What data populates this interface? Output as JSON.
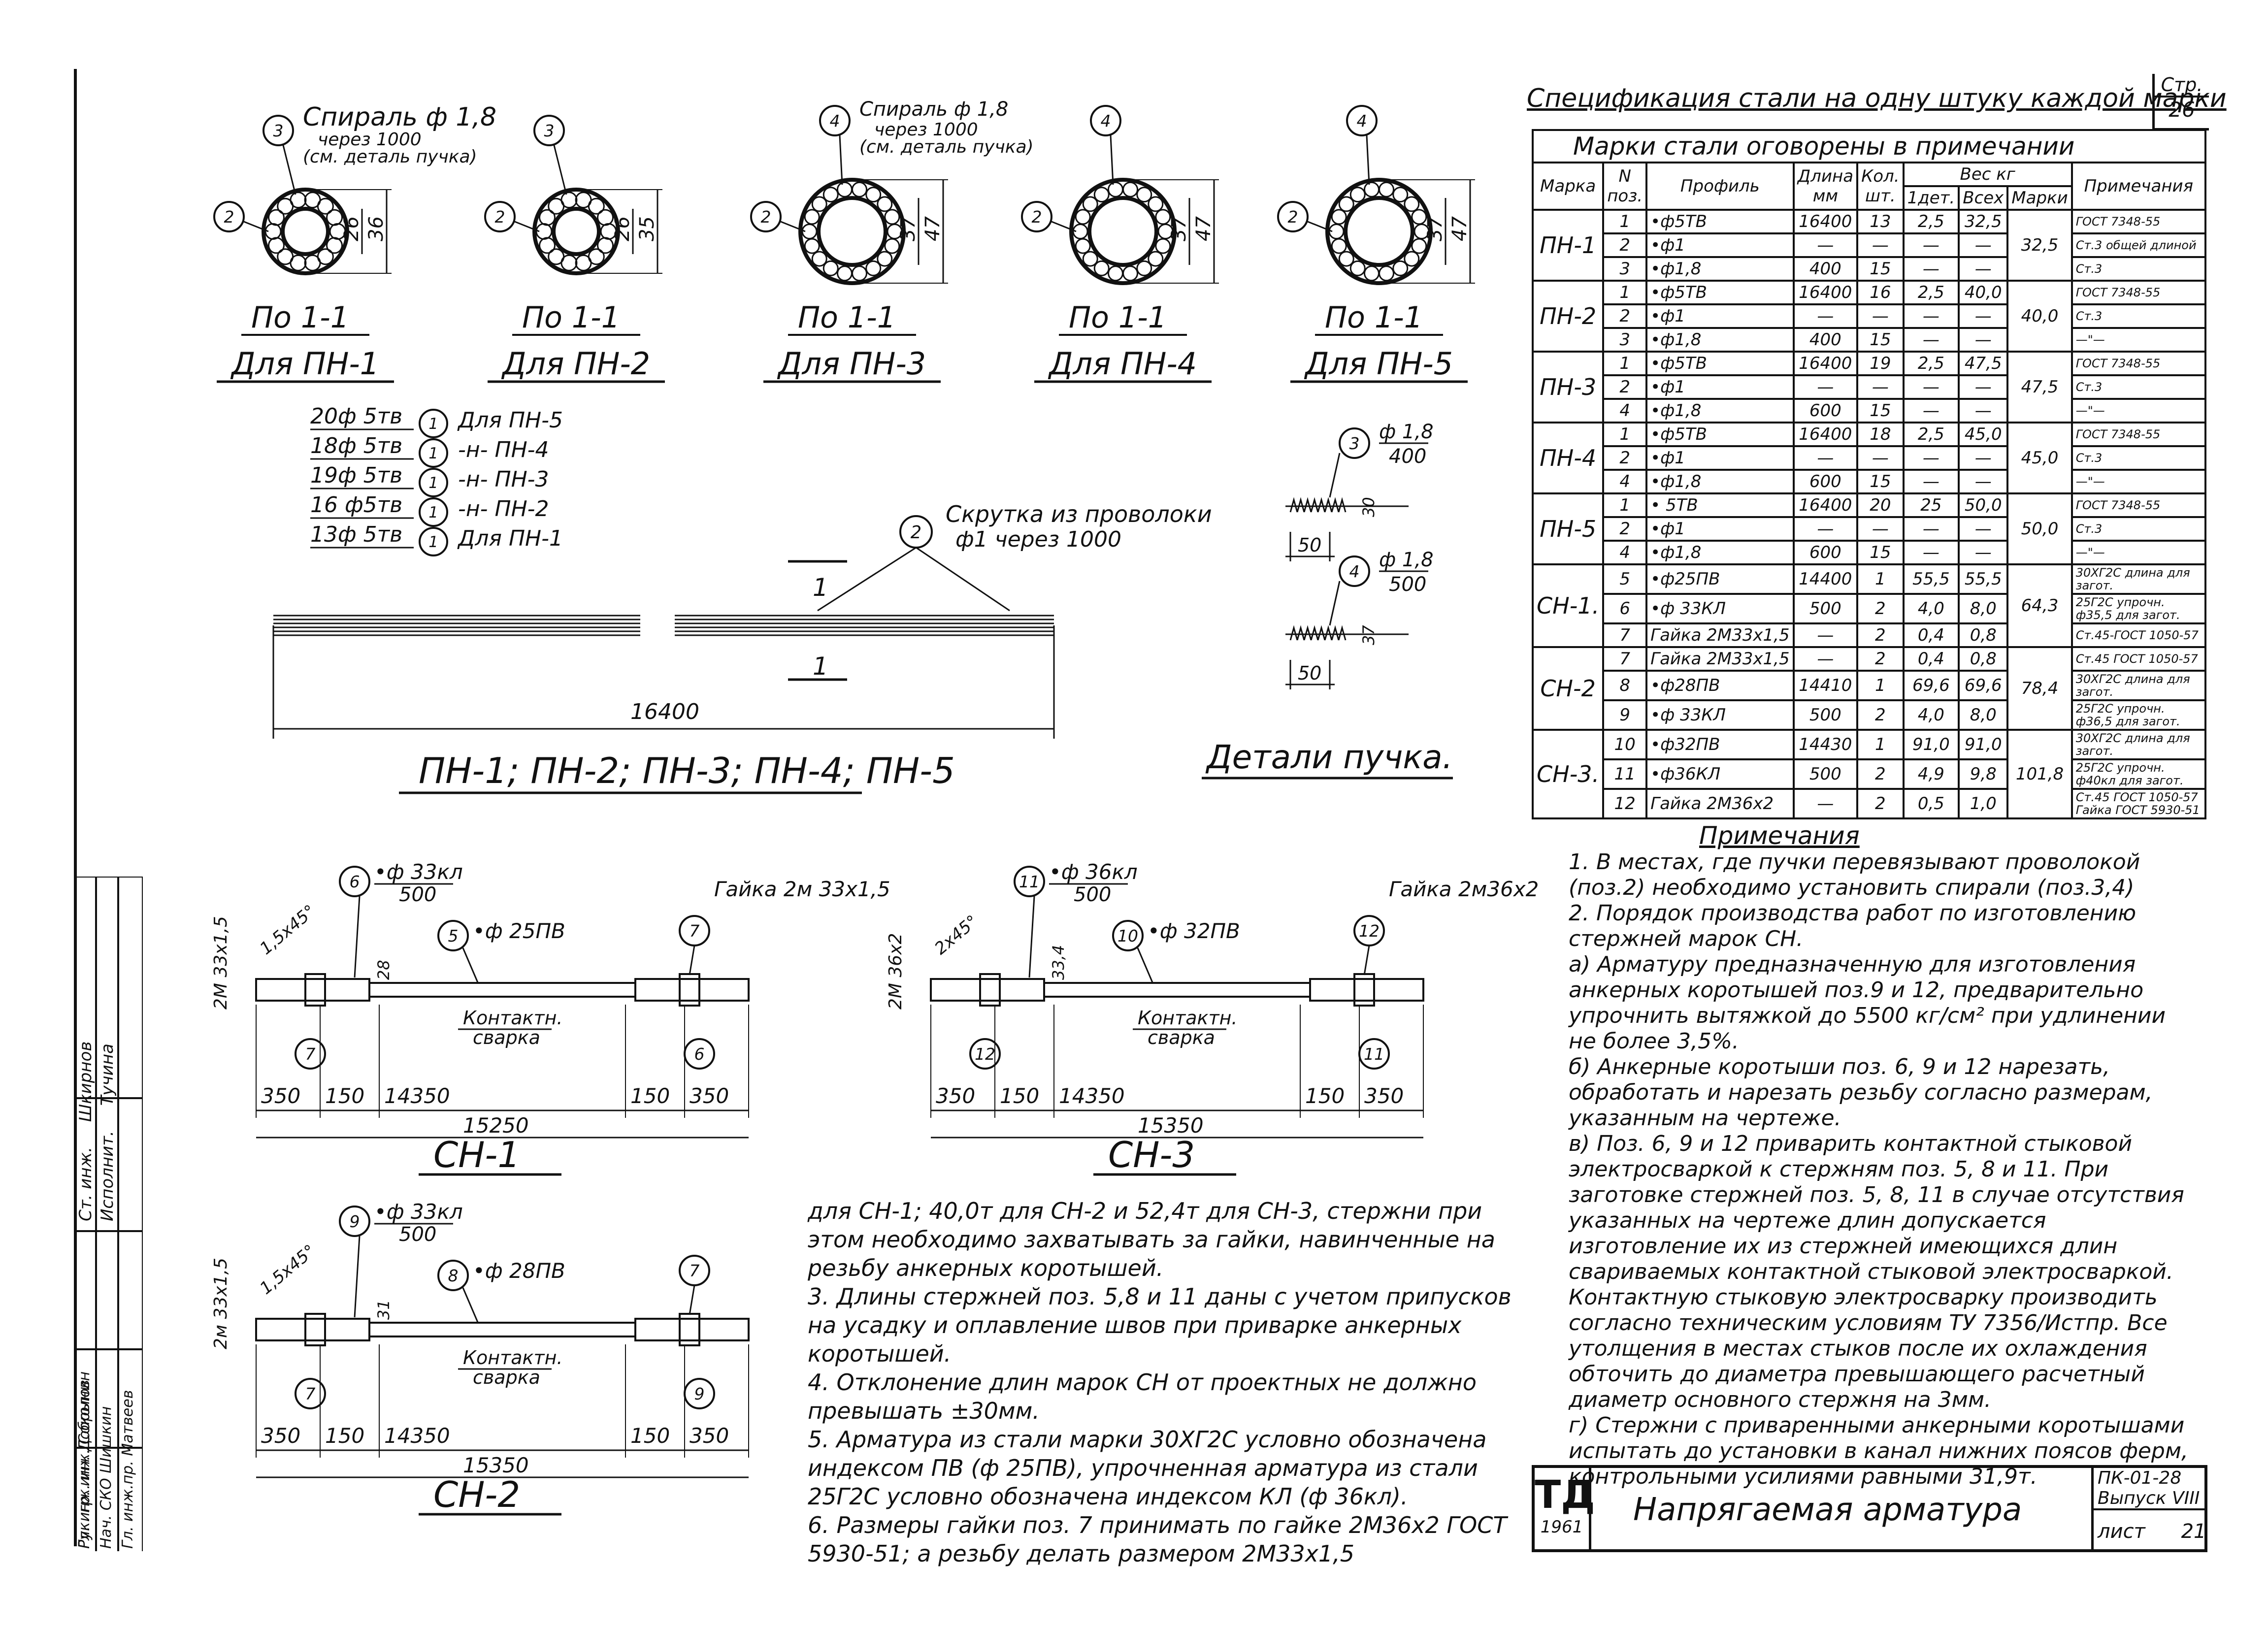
{
  "section_views": [
    {
      "spiral_label": "Спираль ф 1,8",
      "spiral_step": "через 1000",
      "spiral_ref": "(см. деталь пучка)",
      "pos_main": "3",
      "pos_bind": "2",
      "dim_inner": "26",
      "dim_outer": "36",
      "title": "По 1-1",
      "subtitle": "Для ПН-1"
    },
    {
      "pos_main": "3",
      "pos_bind": "2",
      "dim_inner": "26",
      "dim_outer": "35",
      "title": "По 1-1",
      "subtitle": "Для ПН-2"
    },
    {
      "spiral_label": "Спираль ф 1,8",
      "spiral_step": "через 1000",
      "spiral_ref": "(см. деталь пучка)",
      "pos_main": "4",
      "pos_bind": "2",
      "dim_inner": "37",
      "dim_outer": "47",
      "title": "По 1-1",
      "subtitle": "Для ПН-3"
    },
    {
      "pos_main": "4",
      "pos_bind": "2",
      "dim_inner": "37",
      "dim_outer": "47",
      "title": "По 1-1",
      "subtitle": "Для ПН-4"
    },
    {
      "pos_main": "4",
      "pos_bind": "2",
      "dim_inner": "37",
      "dim_outer": "47",
      "title": "По 1-1",
      "subtitle": "Для ПН-5"
    }
  ],
  "bundle_legend": [
    {
      "qty": "20ф 5тв",
      "pos": "1",
      "mark": "Для ПН-5"
    },
    {
      "qty": "18ф 5тв",
      "pos": "1",
      "mark": "-н- ПН-4"
    },
    {
      "qty": "19ф 5тв",
      "pos": "1",
      "mark": "-н- ПН-3"
    },
    {
      "qty": "16 ф5тв",
      "pos": "1",
      "mark": "-н- ПН-2"
    },
    {
      "qty": "13ф 5тв",
      "pos": "1",
      "mark": "Для ПН-1"
    }
  ],
  "bundle": {
    "twist_pos": "2",
    "twist_label": "Скрутка из проволоки",
    "twist_step": "ф1 через 1000",
    "section_mark": "1",
    "length": "16400",
    "title": "ПН-1; ПН-2; ПН-3; ПН-4; ПН-5"
  },
  "bundle_details": {
    "detail1": {
      "pos": "3",
      "dia": "ф 1,8",
      "step": "400",
      "dim_h": "30",
      "dim_l": "50"
    },
    "detail2": {
      "pos": "4",
      "dia": "ф 1,8",
      "step": "500",
      "dim_h": "37",
      "dim_l": "50"
    },
    "title": "Детали пучка."
  },
  "rods": [
    {
      "title": "СН-1",
      "thread": "2М 33x1,5",
      "chamfer": "1,5x45°",
      "anchor_pos": "6",
      "anchor_label": "ф 33кл",
      "anchor_len": "500",
      "bar_pos": "5",
      "bar_label": "ф 25ПВ",
      "nut_pos": "7",
      "nut_label": "Гайка 2м 33x1,5",
      "d_small": "28",
      "weld": "Контактн. сварка",
      "segments": [
        "350",
        "150",
        "14350",
        "150",
        "350"
      ],
      "total": "15250"
    },
    {
      "title": "СН-3",
      "thread": "2М 36x2",
      "chamfer": "2x45°",
      "anchor_pos": "11",
      "anchor_label": "ф 36кл",
      "anchor_len": "500",
      "bar_pos": "10",
      "bar_label": "ф 32ПВ",
      "nut_pos": "12",
      "nut_label": "Гайка 2м36x2",
      "d_small": "33,4",
      "weld": "Контактн. сварка",
      "segments": [
        "350",
        "150",
        "14350",
        "150",
        "350"
      ],
      "total": "15350"
    },
    {
      "title": "СН-2",
      "thread": "2м 33x1,5",
      "chamfer": "1,5x45°",
      "anchor_pos": "9",
      "anchor_label": "ф 33кл",
      "anchor_len": "500",
      "bar_pos": "8",
      "bar_label": "ф 28ПВ",
      "nut_pos": "7",
      "nut_label": "",
      "d_small": "31",
      "weld": "Контактн. сварка",
      "segments": [
        "350",
        "150",
        "14350",
        "150",
        "350"
      ],
      "total": "15350"
    }
  ],
  "spec": {
    "title": "Спецификация стали на одну штуку каждой марки",
    "page_label": "Стр.",
    "page_no": "26",
    "subtitle": "Марки стали оговорены в примечании",
    "headers": {
      "mark": "Марка",
      "pos": "N поз.",
      "profile": "Профиль",
      "length": "Длина мм",
      "qty": "Кол. шт.",
      "weight": "Вес кг",
      "w_one": "1дет.",
      "w_all": "Всех",
      "w_mark": "Марки",
      "note": "Примечания"
    },
    "groups": [
      {
        "mark": "ПН-1",
        "total": "32,5",
        "rows": [
          {
            "pos": "1",
            "profile": "•ф5ТВ",
            "length": "16400",
            "qty": "13",
            "w_one": "2,5",
            "w_all": "32,5",
            "note": "ГОСТ 7348-55"
          },
          {
            "pos": "2",
            "profile": "•ф1",
            "length": "—",
            "qty": "—",
            "w_one": "—",
            "w_all": "—",
            "note": "Ст.3 общей длиной"
          },
          {
            "pos": "3",
            "profile": "•ф1,8",
            "length": "400",
            "qty": "15",
            "w_one": "—",
            "w_all": "—",
            "note": "Ст.3"
          }
        ]
      },
      {
        "mark": "ПН-2",
        "total": "40,0",
        "rows": [
          {
            "pos": "1",
            "profile": "•ф5ТВ",
            "length": "16400",
            "qty": "16",
            "w_one": "2,5",
            "w_all": "40,0",
            "note": "ГОСТ 7348-55"
          },
          {
            "pos": "2",
            "profile": "•ф1",
            "length": "—",
            "qty": "—",
            "w_one": "—",
            "w_all": "—",
            "note": "Ст.3"
          },
          {
            "pos": "3",
            "profile": "•ф1,8",
            "length": "400",
            "qty": "15",
            "w_one": "—",
            "w_all": "—",
            "note": "—\"—"
          }
        ]
      },
      {
        "mark": "ПН-3",
        "total": "47,5",
        "rows": [
          {
            "pos": "1",
            "profile": "•ф5ТВ",
            "length": "16400",
            "qty": "19",
            "w_one": "2,5",
            "w_all": "47,5",
            "note": "ГОСТ 7348-55"
          },
          {
            "pos": "2",
            "profile": "•ф1",
            "length": "—",
            "qty": "—",
            "w_one": "—",
            "w_all": "—",
            "note": "Ст.3"
          },
          {
            "pos": "4",
            "profile": "•ф1,8",
            "length": "600",
            "qty": "15",
            "w_one": "—",
            "w_all": "—",
            "note": "—\"—"
          }
        ]
      },
      {
        "mark": "ПН-4",
        "total": "45,0",
        "rows": [
          {
            "pos": "1",
            "profile": "•ф5ТВ",
            "length": "16400",
            "qty": "18",
            "w_one": "2,5",
            "w_all": "45,0",
            "note": "ГОСТ 7348-55"
          },
          {
            "pos": "2",
            "profile": "•ф1",
            "length": "—",
            "qty": "—",
            "w_one": "—",
            "w_all": "—",
            "note": "Ст.3"
          },
          {
            "pos": "4",
            "profile": "•ф1,8",
            "length": "600",
            "qty": "15",
            "w_one": "—",
            "w_all": "—",
            "note": "—\"—"
          }
        ]
      },
      {
        "mark": "ПН-5",
        "total": "50,0",
        "rows": [
          {
            "pos": "1",
            "profile": "• 5ТВ",
            "length": "16400",
            "qty": "20",
            "w_one": "25",
            "w_all": "50,0",
            "note": "ГОСТ 7348-55"
          },
          {
            "pos": "2",
            "profile": "•ф1",
            "length": "—",
            "qty": "—",
            "w_one": "—",
            "w_all": "—",
            "note": "Ст.3"
          },
          {
            "pos": "4",
            "profile": "•ф1,8",
            "length": "600",
            "qty": "15",
            "w_one": "—",
            "w_all": "—",
            "note": "—\"—"
          }
        ]
      },
      {
        "mark": "СН-1.",
        "total": "64,3",
        "rows": [
          {
            "pos": "5",
            "profile": "•ф25ПВ",
            "length": "14400",
            "qty": "1",
            "w_one": "55,5",
            "w_all": "55,5",
            "note": "30ХГ2С длина для загот."
          },
          {
            "pos": "6",
            "profile": "•ф 33КЛ",
            "length": "500",
            "qty": "2",
            "w_one": "4,0",
            "w_all": "8,0",
            "note": "25Г2С упрочн. ф35,5 для загот."
          },
          {
            "pos": "7",
            "profile": "Гайка 2М33х1,5",
            "length": "—",
            "qty": "2",
            "w_one": "0,4",
            "w_all": "0,8",
            "note": "Ст.45-ГОСТ 1050-57"
          }
        ]
      },
      {
        "mark": "СН-2",
        "total": "78,4",
        "rows": [
          {
            "pos": "7",
            "profile": "Гайка 2М33х1,5",
            "length": "—",
            "qty": "2",
            "w_one": "0,4",
            "w_all": "0,8",
            "note": "Ст.45 ГОСТ 1050-57"
          },
          {
            "pos": "8",
            "profile": "•ф28ПВ",
            "length": "14410",
            "qty": "1",
            "w_one": "69,6",
            "w_all": "69,6",
            "note": "30ХГ2С длина для загот."
          },
          {
            "pos": "9",
            "profile": "•ф 33КЛ",
            "length": "500",
            "qty": "2",
            "w_one": "4,0",
            "w_all": "8,0",
            "note": "25Г2С упрочн. ф36,5 для загот."
          }
        ]
      },
      {
        "mark": "СН-3.",
        "total": "101,8",
        "rows": [
          {
            "pos": "10",
            "profile": "•ф32ПВ",
            "length": "14430",
            "qty": "1",
            "w_one": "91,0",
            "w_all": "91,0",
            "note": "30ХГ2С длина для загот."
          },
          {
            "pos": "11",
            "profile": "•ф36КЛ",
            "length": "500",
            "qty": "2",
            "w_one": "4,9",
            "w_all": "9,8",
            "note": "25Г2С упрочн. ф40кл для загот."
          },
          {
            "pos": "12",
            "profile": "Гайка 2М36х2",
            "length": "—",
            "qty": "2",
            "w_one": "0,5",
            "w_all": "1,0",
            "note": "Ст.45 ГОСТ 1050-57 Гайка ГОСТ 5930-51"
          }
        ]
      }
    ]
  },
  "notes_title": "Примечания",
  "notes_right": [
    "1. В местах, где пучки перевязывают проволокой (поз.2) необходимо установить спирали (поз.3,4)",
    "2. Порядок производства работ по изготовлению стержней марок СН.",
    "а) Арматуру предназначенную для изготовления анкерных коротышей поз.9 и 12, предварительно упрочнить вытяжкой до 5500 кг/см² при удлинении не более 3,5%.",
    "б) Анкерные коротыши поз. 6, 9 и 12 нарезать, обработать и нарезать резьбу согласно размерам, указанным на чертеже.",
    "в) Поз. 6, 9 и 12 приварить контактной стыковой электросваркой к стержням поз. 5, 8 и 11. При заготовке стержней поз. 5, 8, 11 в случае отсутствия указанных на чертеже длин допускается изготовление их из стержней имеющихся длин свариваемых контактной стыковой электросваркой. Контактную стыковую электросварку производить согласно техническим условиям ТУ 7356/Истпр. Все утолщения в местах стыков после их охлаждения обточить до диаметра превышающего расчетный диаметр основного стержня на 3мм.",
    "г) Стержни с приваренными анкерными коротышами испытать до установки в канал нижних поясов ферм, контрольными усилиями равными 31,9т."
  ],
  "notes_bottom": [
    "для СН-1; 40,0т для СН-2 и 52,4т для СН-3, стержни при этом необходимо захватывать за гайки, навинченные на резьбу анкерных коротышей.",
    "3. Длины стержней поз. 5,8 и 11 даны с учетом припусков на усадку и оплавление швов при приварке анкерных коротышей.",
    "4. Отклонение длин марок СН от проектных не должно превышать ±30мм.",
    "5. Арматура из стали марки 30ХГ2С условно обозначена индексом ПВ (ф 25ПВ), упрочненная арматура из стали 25Г2С условно обозначена индексом КЛ (ф 36кл).",
    "6. Размеры гайки поз. 7 принимать по гайке 2М36х2 ГОСТ 5930-51; а резьбу делать размером 2М33х1,5"
  ],
  "stamp": {
    "logo": "ТД",
    "year": "1961",
    "title": "Напрягаемая арматура",
    "code": "ПК-01-28",
    "issue": "Выпуск VIII",
    "sheet_label": "лист",
    "sheet_no": "21"
  },
  "sidebar_sig": [
    {
      "role": "Ст. инж.",
      "name": "Шкирнов"
    },
    {
      "role": "Исполнит.",
      "name": "Тучина"
    }
  ],
  "sidebar_sig2": [
    {
      "role": "Гл. инж. ин.",
      "name": "Добрынин"
    },
    {
      "role": "Нач. СКО",
      "name": "Шишкин"
    },
    {
      "role": "Гл. инж.пр.",
      "name": "Матвеев"
    },
    {
      "role": "Рук. гр. инж.",
      "name": "Соколов"
    }
  ]
}
